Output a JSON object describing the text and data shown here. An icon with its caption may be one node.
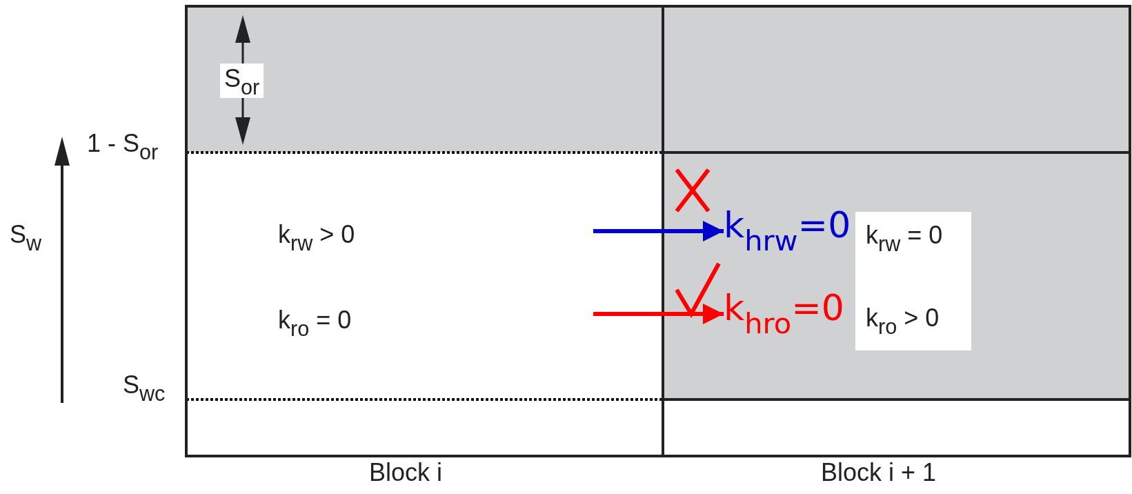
{
  "diagram": {
    "nodes": [
      {
        "text": [
          "k$_{hrw}$=0"
        ]
      },
      {
        "text": [
          "k$_{hro}$=0"
        ]
      }
    ],
    "edges": [
      {
        "from": null,
        "to": 0,
        "arrow": "to",
        "color": "#0000cc"
      },
      {
        "from": null,
        "to": 1,
        "arrow": "to",
        "color": "#ff0000"
      }
    ],
    "labels": [
      "S$_{or}$",
      "1 - S$_{or}$",
      "S$_{w}$",
      "k$_{rw}$ > 0",
      "k$_{rw}$ = 0",
      "k$_{ro}$ = 0",
      "k$_{ro}$ > 0",
      "S$_{wc}$",
      "Block i",
      "Block i + 1"
    ]
  }
}
